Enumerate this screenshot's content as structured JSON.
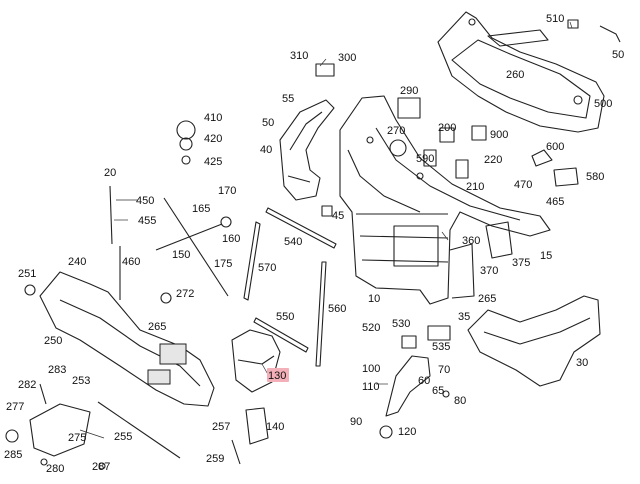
{
  "highlight_color": "#f4b0b8",
  "callouts": [
    {
      "id": "510",
      "text": "510"
    },
    {
      "id": "50",
      "text": "50"
    },
    {
      "id": "310",
      "text": "310"
    },
    {
      "id": "300",
      "text": "300"
    },
    {
      "id": "260",
      "text": "260"
    },
    {
      "id": "500",
      "text": "500"
    },
    {
      "id": "290",
      "text": "290"
    },
    {
      "id": "55",
      "text": "55"
    },
    {
      "id": "410",
      "text": "410"
    },
    {
      "id": "420",
      "text": "420"
    },
    {
      "id": "425",
      "text": "425"
    },
    {
      "id": "200",
      "text": "200"
    },
    {
      "id": "900",
      "text": "900"
    },
    {
      "id": "270",
      "text": "270"
    },
    {
      "id": "600",
      "text": "600"
    },
    {
      "id": "40",
      "text": "40"
    },
    {
      "id": "590",
      "text": "590"
    },
    {
      "id": "220",
      "text": "220"
    },
    {
      "id": "20",
      "text": "20"
    },
    {
      "id": "580",
      "text": "580"
    },
    {
      "id": "210",
      "text": "210"
    },
    {
      "id": "470",
      "text": "470"
    },
    {
      "id": "170",
      "text": "170"
    },
    {
      "id": "450",
      "text": "450"
    },
    {
      "id": "465",
      "text": "465"
    },
    {
      "id": "165",
      "text": "165"
    },
    {
      "id": "455",
      "text": "455"
    },
    {
      "id": "45",
      "text": "45"
    },
    {
      "id": "160",
      "text": "160"
    },
    {
      "id": "540",
      "text": "540"
    },
    {
      "id": "360",
      "text": "360"
    },
    {
      "id": "460",
      "text": "460"
    },
    {
      "id": "150",
      "text": "150"
    },
    {
      "id": "15",
      "text": "15"
    },
    {
      "id": "240",
      "text": "240"
    },
    {
      "id": "375",
      "text": "375"
    },
    {
      "id": "175",
      "text": "175"
    },
    {
      "id": "570",
      "text": "570"
    },
    {
      "id": "370",
      "text": "370"
    },
    {
      "id": "251",
      "text": "251"
    },
    {
      "id": "272",
      "text": "272"
    },
    {
      "id": "265a",
      "text": "265"
    },
    {
      "id": "10",
      "text": "10"
    },
    {
      "id": "560",
      "text": "560"
    },
    {
      "id": "550",
      "text": "550"
    },
    {
      "id": "35",
      "text": "35"
    },
    {
      "id": "520",
      "text": "520"
    },
    {
      "id": "530",
      "text": "530"
    },
    {
      "id": "250",
      "text": "250"
    },
    {
      "id": "265b",
      "text": "265"
    },
    {
      "id": "535",
      "text": "535"
    },
    {
      "id": "283",
      "text": "283"
    },
    {
      "id": "100",
      "text": "100"
    },
    {
      "id": "30",
      "text": "30"
    },
    {
      "id": "130",
      "text": "130"
    },
    {
      "id": "282",
      "text": "282"
    },
    {
      "id": "253",
      "text": "253"
    },
    {
      "id": "60",
      "text": "60"
    },
    {
      "id": "70",
      "text": "70"
    },
    {
      "id": "110",
      "text": "110"
    },
    {
      "id": "65",
      "text": "65"
    },
    {
      "id": "277",
      "text": "277"
    },
    {
      "id": "80",
      "text": "80"
    },
    {
      "id": "275",
      "text": "275"
    },
    {
      "id": "255",
      "text": "255"
    },
    {
      "id": "257",
      "text": "257"
    },
    {
      "id": "140",
      "text": "140"
    },
    {
      "id": "90",
      "text": "90"
    },
    {
      "id": "120",
      "text": "120"
    },
    {
      "id": "285",
      "text": "285"
    },
    {
      "id": "259",
      "text": "259"
    },
    {
      "id": "280",
      "text": "280"
    },
    {
      "id": "287",
      "text": "287"
    }
  ]
}
